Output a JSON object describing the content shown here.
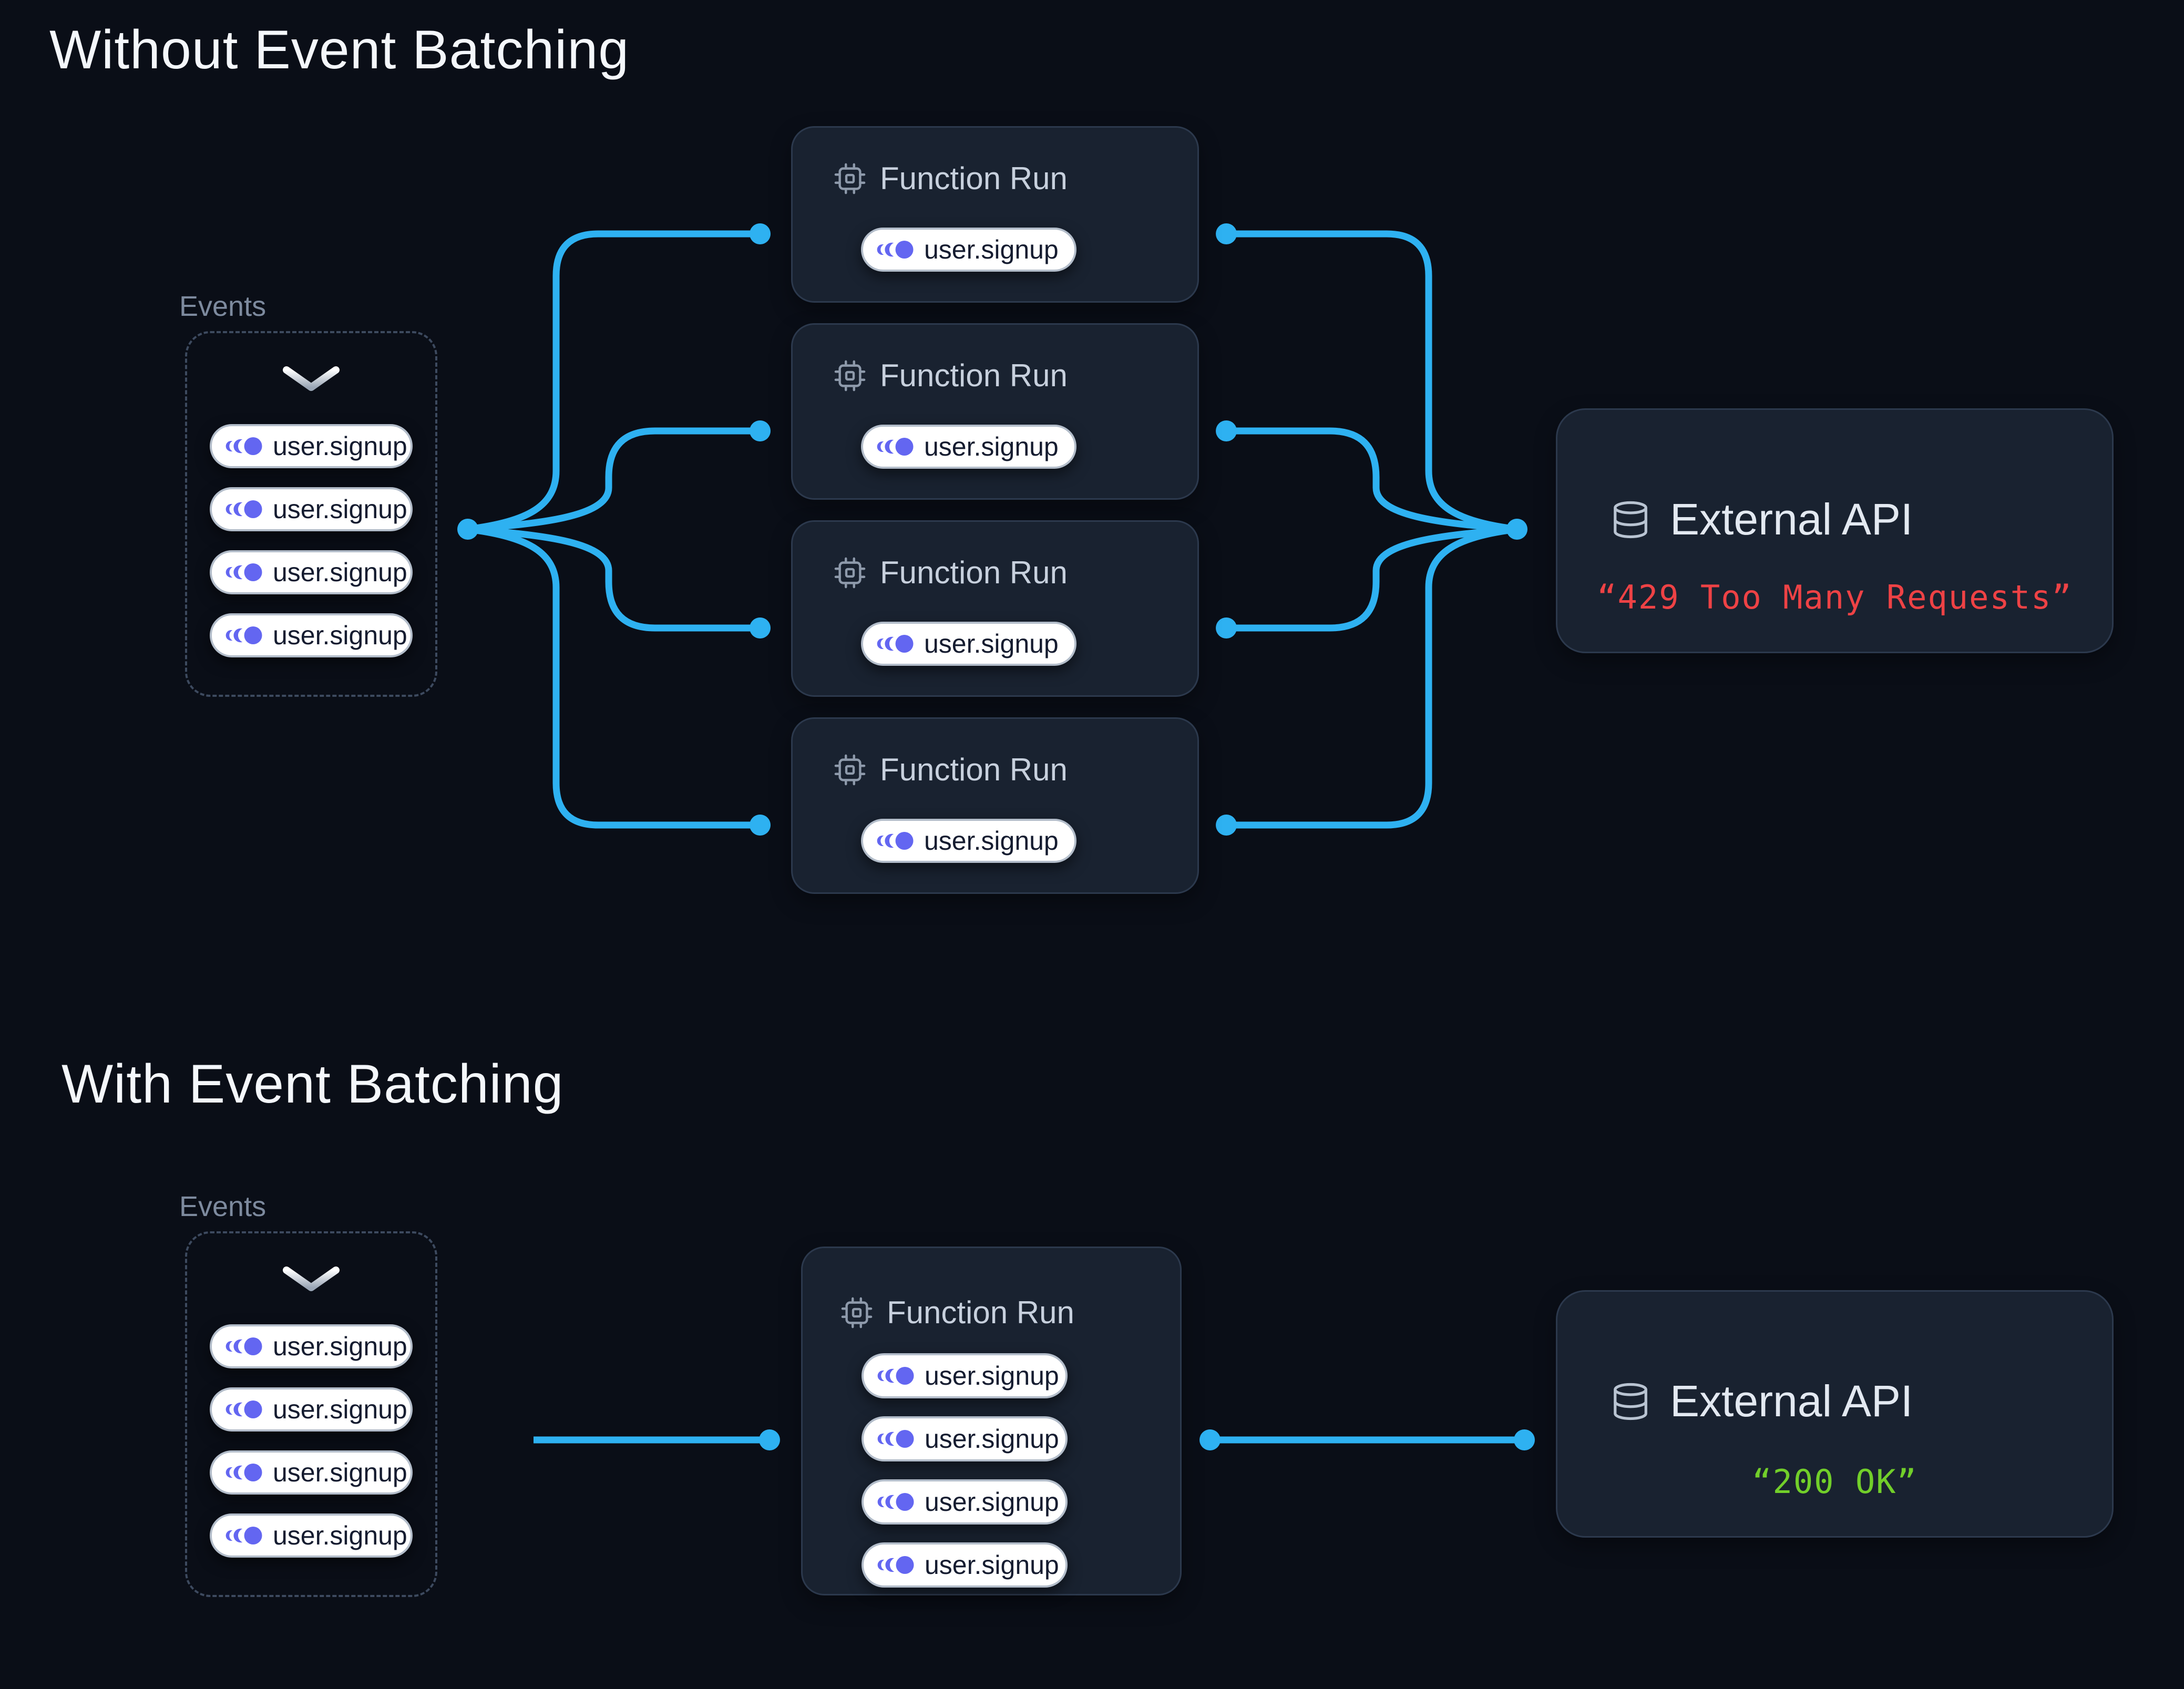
{
  "colors": {
    "connector_blue": "#2eb1f1",
    "event_purple": "#6366f1",
    "error_red": "#ee4245",
    "success_green": "#72cf2a"
  },
  "sections": [
    {
      "title": "Without Event Batching",
      "events_label": "Events",
      "event_pills": [
        "user.signup",
        "user.signup",
        "user.signup",
        "user.signup"
      ],
      "function_runs": [
        {
          "title": "Function Run",
          "pills": [
            "user.signup"
          ]
        },
        {
          "title": "Function Run",
          "pills": [
            "user.signup"
          ]
        },
        {
          "title": "Function Run",
          "pills": [
            "user.signup"
          ]
        },
        {
          "title": "Function Run",
          "pills": [
            "user.signup"
          ]
        }
      ],
      "external_api": {
        "title": "External API",
        "status": "“429 Too Many Requests”",
        "status_color": "#ee4245"
      }
    },
    {
      "title": "With Event Batching",
      "events_label": "Events",
      "event_pills": [
        "user.signup",
        "user.signup",
        "user.signup",
        "user.signup"
      ],
      "function_runs": [
        {
          "title": "Function Run",
          "pills": [
            "user.signup",
            "user.signup",
            "user.signup",
            "user.signup"
          ]
        }
      ],
      "external_api": {
        "title": "External API",
        "status": "“200 OK”",
        "status_color": "#72cf2a"
      }
    }
  ]
}
